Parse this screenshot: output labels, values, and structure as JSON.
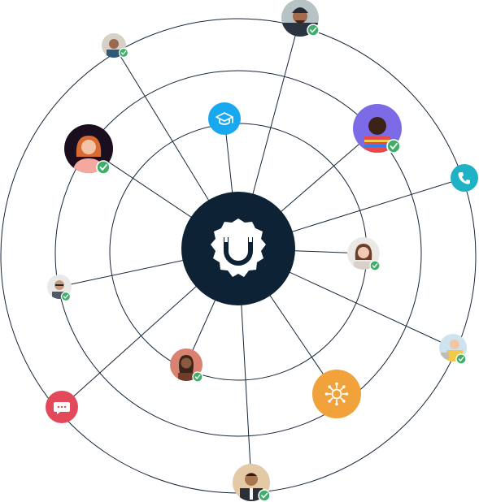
{
  "hub": {
    "logo_icon": "magnet-badge-icon",
    "color": "#0e2235"
  },
  "colors": {
    "lines": "#16263a",
    "verified": "#3fae6a",
    "blue": "#17a8f0",
    "purple": "#7c6be6",
    "teal": "#1fb2c4",
    "red": "#e2495b",
    "orange": "#f2a23a"
  },
  "nodes": [
    {
      "id": "person-turban",
      "kind": "avatar",
      "verified": true
    },
    {
      "id": "person-small-top-left",
      "kind": "avatar",
      "verified": true
    },
    {
      "id": "education",
      "kind": "icon",
      "icon": "graduation-cap-icon"
    },
    {
      "id": "person-purple-bg",
      "kind": "avatar",
      "verified": true
    },
    {
      "id": "person-redhead",
      "kind": "avatar",
      "verified": true
    },
    {
      "id": "phone",
      "kind": "icon",
      "icon": "phone-icon"
    },
    {
      "id": "person-woman-right",
      "kind": "avatar",
      "verified": true
    },
    {
      "id": "person-glasses",
      "kind": "avatar",
      "verified": true
    },
    {
      "id": "person-woman-center",
      "kind": "avatar",
      "verified": true
    },
    {
      "id": "person-laptop",
      "kind": "avatar",
      "verified": true
    },
    {
      "id": "chat",
      "kind": "icon",
      "icon": "chat-bubble-icon"
    },
    {
      "id": "virus",
      "kind": "icon",
      "icon": "virus-icon"
    },
    {
      "id": "person-suit-bottom",
      "kind": "avatar",
      "verified": true
    }
  ]
}
